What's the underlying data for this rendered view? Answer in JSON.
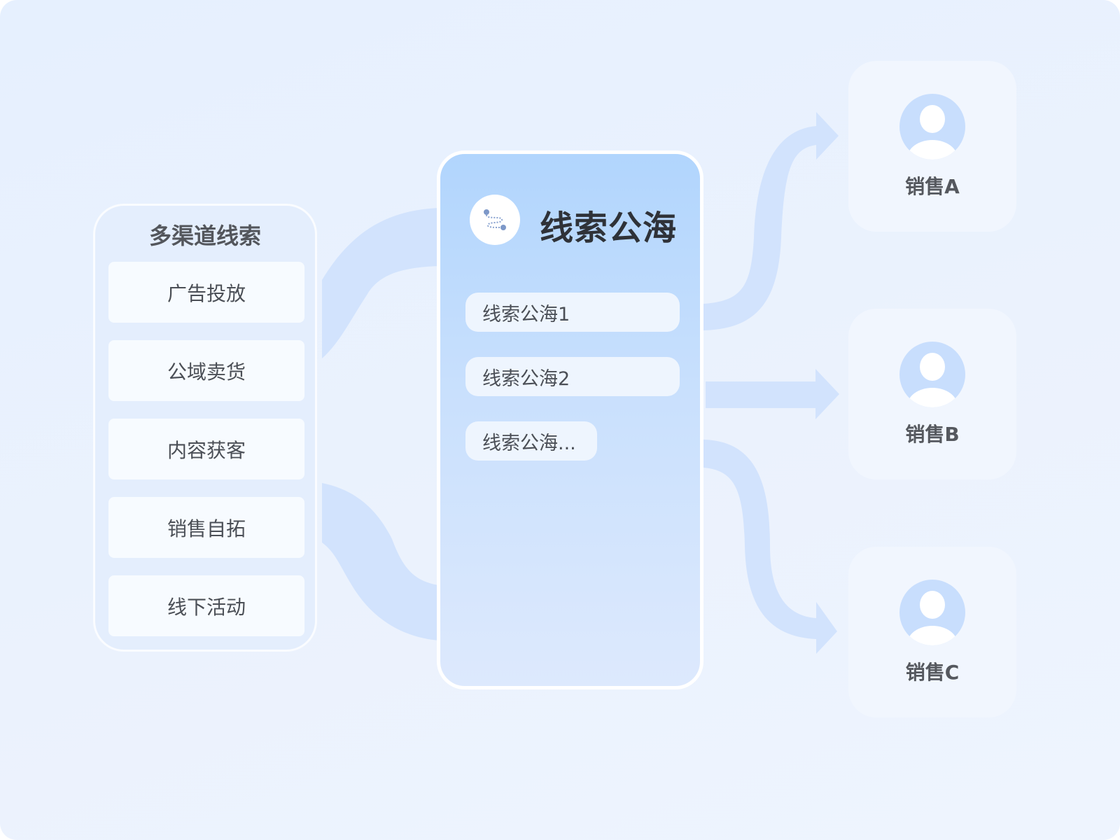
{
  "sources": {
    "title": "多渠道线索",
    "items": [
      {
        "label": "广告投放"
      },
      {
        "label": "公域卖货"
      },
      {
        "label": "内容获客"
      },
      {
        "label": "销售自拓"
      },
      {
        "label": "线下活动"
      }
    ]
  },
  "pool": {
    "title": "线索公海",
    "icon": "route-icon",
    "items": [
      {
        "label": "线索公海1"
      },
      {
        "label": "线索公海2"
      },
      {
        "label": "线索公海..."
      }
    ]
  },
  "sales": [
    {
      "label": "销售A",
      "icon": "user-avatar-icon"
    },
    {
      "label": "销售B",
      "icon": "user-avatar-icon"
    },
    {
      "label": "销售C",
      "icon": "user-avatar-icon"
    }
  ],
  "colors": {
    "background": "#e8f1fe",
    "flow": "#d2e3fd",
    "avatar": "#c8defd",
    "pool_top": "#b1d5fd"
  }
}
